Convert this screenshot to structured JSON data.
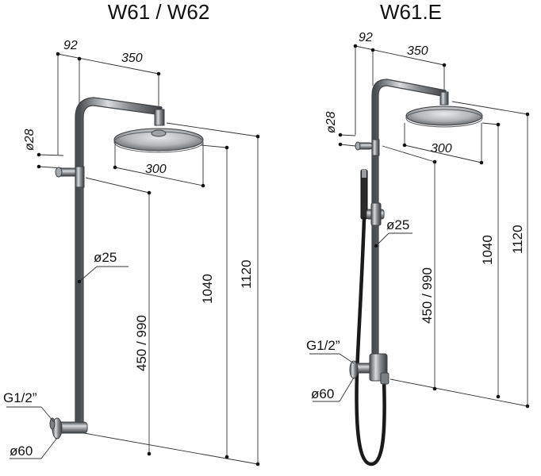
{
  "left": {
    "title": "W61 / W62",
    "dims": {
      "arm_offset": "92",
      "arm_length": "350",
      "pipe_dia": "ø28",
      "head_dia": "300",
      "riser_dia": "ø25",
      "connection_height": "450 / 990",
      "height_head": "1040",
      "height_total": "1120",
      "thread": "G1/2”",
      "flange_dia": "ø60"
    }
  },
  "right": {
    "title": "W61.E",
    "dims": {
      "arm_offset": "92",
      "arm_length": "350",
      "pipe_dia": "ø28",
      "head_dia": "300",
      "riser_dia": "ø25",
      "connection_height": "450 / 990",
      "height_head": "1040",
      "height_total": "1120",
      "thread": "G1/2”",
      "flange_dia": "ø60"
    }
  },
  "colors": {
    "chrome": "#8d9194",
    "chrome_dark": "#3d4043",
    "hose": "#1a1a1a",
    "lines": "#333333"
  }
}
